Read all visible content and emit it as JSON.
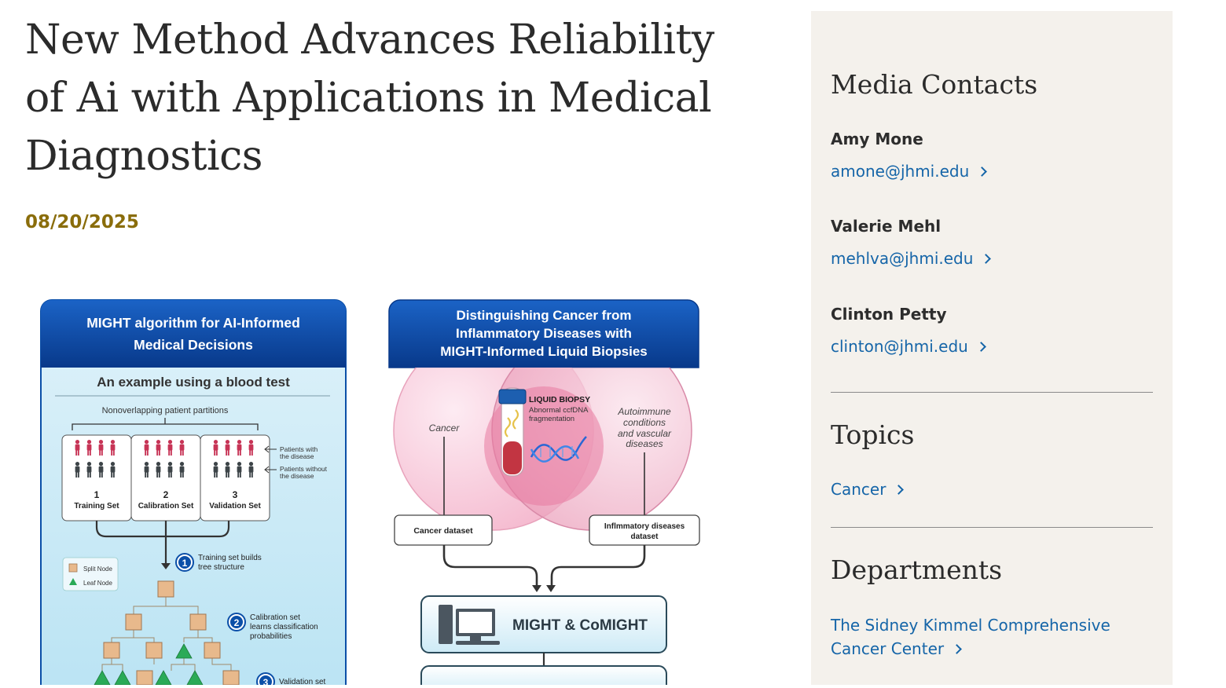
{
  "article": {
    "title": "New Method Advances Reliability of Ai with Applications in Medical Diagnostics",
    "date": "08/20/2025"
  },
  "figure_left": {
    "header_line1": "MIGHT algorithm for AI-Informed",
    "header_line2": "Medical Decisions",
    "subtitle": "An example using a blood test",
    "partitions_label": "Nonoverlapping patient partitions",
    "sets": [
      {
        "num": "1",
        "name": "Training Set"
      },
      {
        "num": "2",
        "name": "Calibration Set"
      },
      {
        "num": "3",
        "name": "Validation Set"
      }
    ],
    "with_disease_1": "Patients with",
    "with_disease_2": "the disease",
    "without_disease_1": "Patients without",
    "without_disease_2": "the disease",
    "legend_split": "Split Node",
    "legend_leaf": "Leaf Node",
    "step1_line1": "Training set builds",
    "step1_line2": "tree structure",
    "step2_line1": "Calibration set",
    "step2_line2": "learns classification",
    "step2_line3": "probabilities",
    "step3_line1": "Validation set",
    "step_nums": [
      "1",
      "2",
      "3"
    ]
  },
  "figure_right": {
    "header_line1": "Distinguishing Cancer from",
    "header_line2": "Inflammatory Diseases with",
    "header_line3": "MIGHT-Informed Liquid Biopsies",
    "cancer_label": "Cancer",
    "biopsy_title": "LIQUID BIOPSY",
    "biopsy_sub1": "Abnormal ccfDNA",
    "biopsy_sub2": "fragmentation",
    "autoimmune_1": "Autoimmune",
    "autoimmune_2": "conditions",
    "autoimmune_3": "and vascular",
    "autoimmune_4": "diseases",
    "cancer_dataset": "Cancer dataset",
    "inflam_dataset_1": "Inflmmatory diseases",
    "inflam_dataset_2": "dataset",
    "might_box": "MIGHT & CoMIGHT"
  },
  "sidebar": {
    "media_heading": "Media Contacts",
    "contacts": [
      {
        "name": "Amy Mone",
        "email": "amone@jhmi.edu"
      },
      {
        "name": "Valerie Mehl",
        "email": "mehlva@jhmi.edu"
      },
      {
        "name": "Clinton Petty",
        "email": "clinton@jhmi.edu"
      }
    ],
    "topics_heading": "Topics",
    "topics": [
      "Cancer"
    ],
    "departments_heading": "Departments",
    "departments": [
      "The Sidney Kimmel Comprehensive Cancer Center"
    ]
  },
  "colors": {
    "title": "#2b2b2b",
    "date": "#8a6d0b",
    "link": "#1565a8",
    "sidebar_bg": "#f4f1ec",
    "figure_blue": "#0b4fa8",
    "disease_red": "#c73456"
  }
}
